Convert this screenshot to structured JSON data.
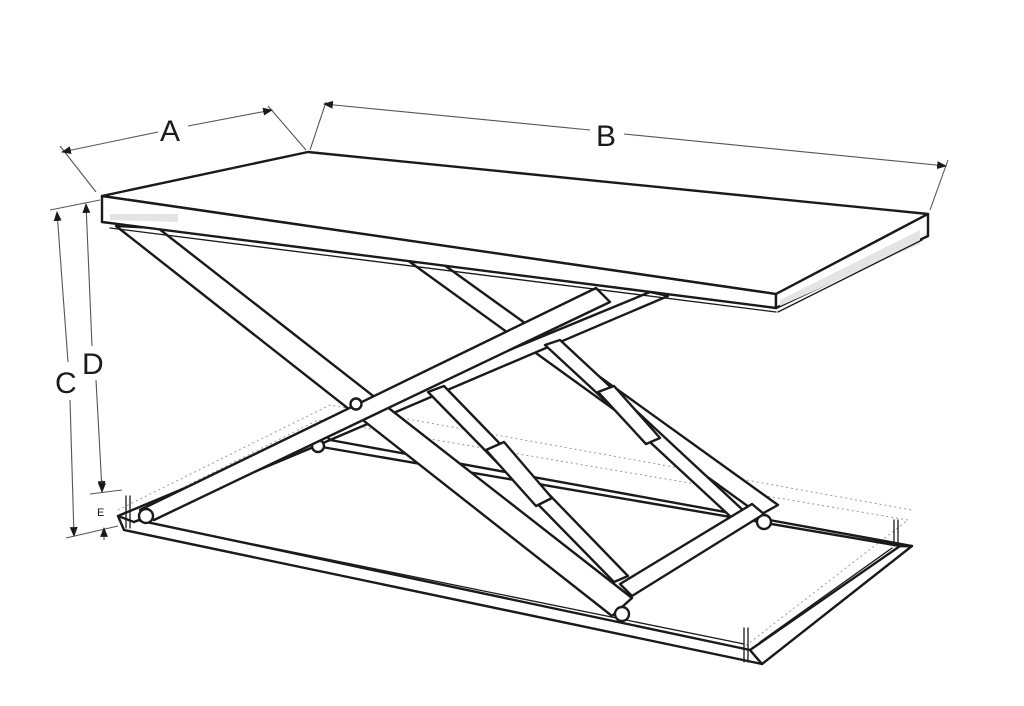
{
  "labels": {
    "A": "A",
    "B": "B",
    "C": "C",
    "D": "D",
    "E": "E"
  },
  "colors": {
    "line": "#1a1a1a",
    "dimension": "#555555",
    "shade": "#e4e4e4"
  }
}
